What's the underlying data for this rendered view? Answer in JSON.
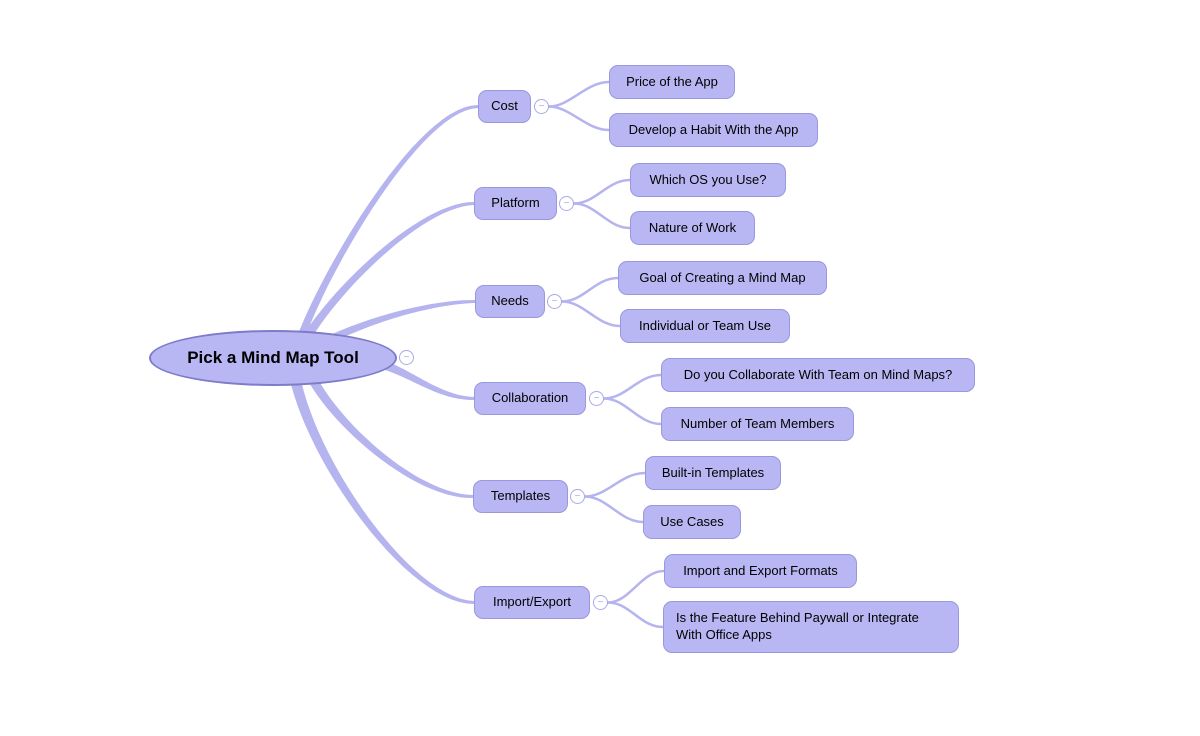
{
  "central": {
    "label": "Pick a Mind Map Tool"
  },
  "ui": {
    "collapse_glyph": "−"
  },
  "colors": {
    "background": "#ffffff",
    "node_fill": "#b8b7f3",
    "node_border": "#9a97de",
    "ellipse_border": "#7d7bca",
    "connector": "#b5b4ef",
    "collapse_border": "#a9a8e6",
    "text": "#000000"
  },
  "branches": [
    {
      "label": "Cost",
      "children": [
        "Price of the App",
        "Develop a Habit With the App"
      ]
    },
    {
      "label": "Platform",
      "children": [
        "Which OS you Use?",
        "Nature of Work"
      ]
    },
    {
      "label": "Needs",
      "children": [
        "Goal of Creating a Mind Map",
        "Individual or Team Use"
      ]
    },
    {
      "label": "Collaboration",
      "children": [
        "Do you Collaborate With Team on Mind Maps?",
        "Number of Team Members"
      ]
    },
    {
      "label": "Templates",
      "children": [
        "Built-in Templates",
        "Use Cases"
      ]
    },
    {
      "label": "Import/Export",
      "children": [
        "Import and Export Formats",
        "Is the Feature Behind Paywall or Integrate With Office Apps"
      ]
    }
  ]
}
